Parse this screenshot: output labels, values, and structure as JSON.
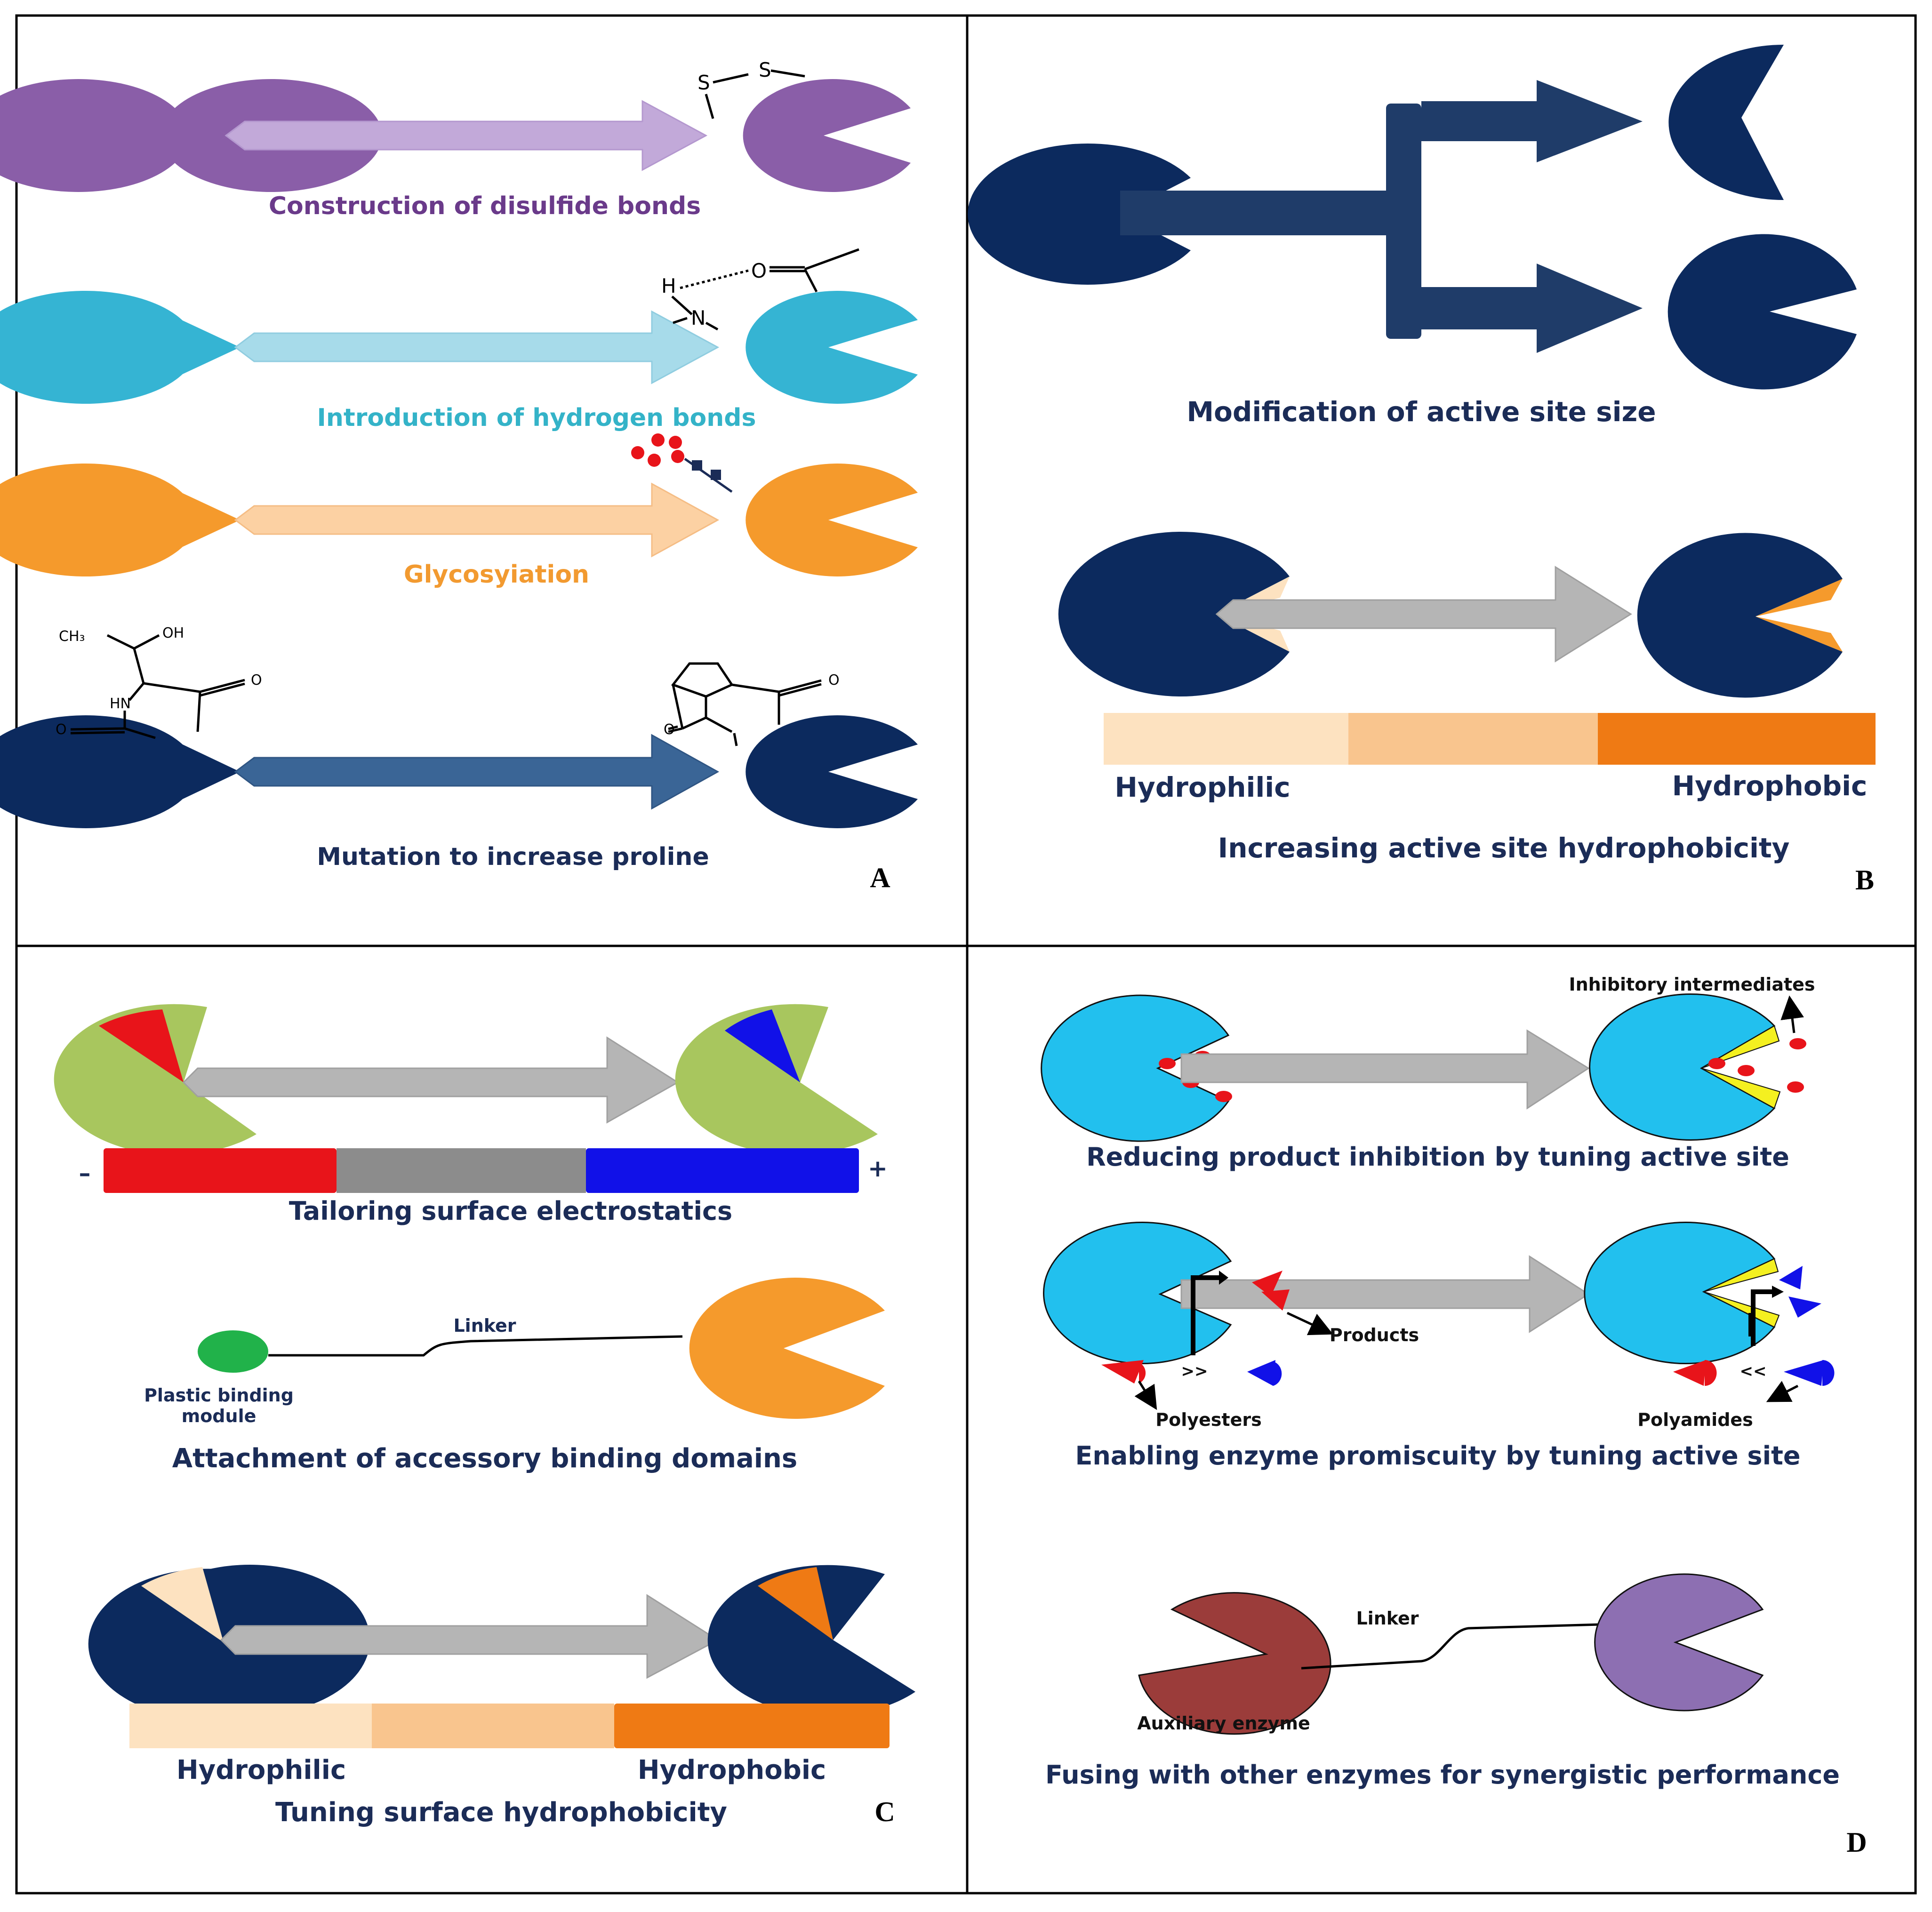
{
  "colors": {
    "purple": "#8a5ea8",
    "purple_arrow": "#c2a9d9",
    "cyan": "#35b4d3",
    "cyan_arrow": "#a7dbea",
    "orange": "#f59a2c",
    "orange_arrow": "#fcd1a3",
    "navy": "#0c2a5e",
    "navy_arrow": "#3a6596",
    "gray_arrow": "#b5b5b5",
    "light_green": "#a8c65e",
    "sky": "#22c0ee",
    "maroon": "#9b3c3a",
    "lavender": "#8d6fb2",
    "green_dot": "#21b24a",
    "red": "#e8141a",
    "blue": "#1111e8",
    "yellow": "#f4f020",
    "grad_light": "#fde2c0",
    "grad_mid": "#f9c58e",
    "grad_dark": "#ef7a14",
    "caption_purple": "#6a3a8a",
    "caption_cyan": "#34b3c8",
    "caption_orange": "#f29a30",
    "caption_navy": "#1b2c57"
  },
  "panels": {
    "A": {
      "label": "A",
      "captions": {
        "disulfide": "Construction of disulfide bonds",
        "hydrogen": "Introduction of hydrogen bonds",
        "glyco": "Glycosyiation",
        "proline": "Mutation to increase proline"
      },
      "chem": {
        "s1": "S",
        "s2": "S",
        "h": "H",
        "n": "N",
        "o_h": "O",
        "ch3": "CH₃",
        "oh": "OH",
        "hn": "HN",
        "o1": "O",
        "o2": "O",
        "o3": "O",
        "o4": "O"
      }
    },
    "B": {
      "label": "B",
      "captions": {
        "size": "Modification of active site size",
        "hydrophobicity": "Increasing active site hydrophobicity"
      },
      "scale_left": "Hydrophilic",
      "scale_right": "Hydrophobic"
    },
    "C": {
      "label": "C",
      "captions": {
        "electrostatics": "Tailoring surface electrostatics",
        "binding": "Attachment of accessory binding domains",
        "surface": "Tuning surface hydrophobicity"
      },
      "minus": "–",
      "plus": "+",
      "linker": "Linker",
      "module_line1": "Plastic binding",
      "module_line2": "module",
      "scale_left": "Hydrophilic",
      "scale_right": "Hydrophobic"
    },
    "D": {
      "label": "D",
      "captions": {
        "inhibition": "Reducing product inhibition by tuning active site",
        "promiscuity": "Enabling enzyme promiscuity by tuning active site",
        "fusing": "Fusing with other enzymes for synergistic performance"
      },
      "inhibitory": "Inhibitory intermediates",
      "products": "Products",
      "polyesters": "Polyesters",
      "polyamides": "Polyamides",
      "gt": ">>",
      "lt": "<<",
      "linker": "Linker",
      "auxiliary": "Auxiliary enzyme"
    }
  }
}
